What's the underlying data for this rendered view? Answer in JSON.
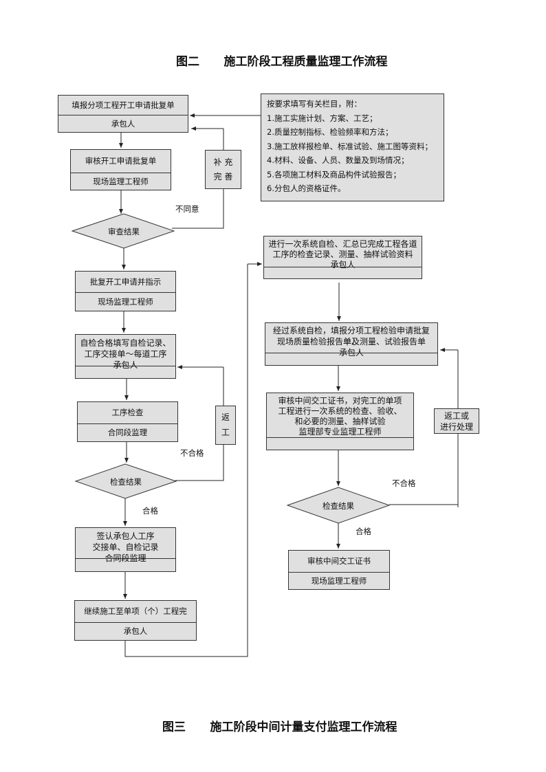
{
  "titles": {
    "fig2": "图二      施工阶段工程质量监理工作流程",
    "fig3": "图三      施工阶段中间计量支付监理工作流程"
  },
  "boxes": {
    "apply": {
      "top": "填报分项工程开工申请批复单",
      "bottom": "承包人"
    },
    "review": {
      "top": "审核开工申请批复单",
      "bottom": "现场监理工程师"
    },
    "approve": {
      "top": "批复开工申请并指示",
      "bottom": "现场监理工程师"
    },
    "selfcheck": {
      "line1": "自检合格填写自检记录、",
      "line2": "工序交接单～每道工序",
      "line3": "承包人"
    },
    "process": {
      "top": "工序检查",
      "bottom": "合同段监理"
    },
    "sign": {
      "line1": "签认承包人工序",
      "line2": "交接单、自检记录",
      "line3": "合同段监理"
    },
    "continue": {
      "top": "继续施工至单项（个）工程完",
      "bottom": "承包人"
    },
    "supplement": {
      "line1": "补 充",
      "line2": "完 善"
    },
    "rework_left": {
      "line1": "返",
      "line2": "工"
    },
    "system": {
      "line1": "进行一次系统自检、汇总已完成工程各道",
      "line2": "工序的检查记录、测量、抽样试验资料",
      "line3": "承包人"
    },
    "inspect_apply": {
      "line1": "经过系统自检，填报分项工程检验申请批复单、",
      "line2": "现场质量检验报告单及测量、试验报告单",
      "line3": "承包人"
    },
    "intermediate": {
      "line1": "审核中间交工证书，对完工的单项",
      "line2": "工程进行一次系统的检查、验收、",
      "line3": "和必要的测量、抽样试验",
      "line4": "监理部专业监理工程师"
    },
    "cert": {
      "top": "审核中间交工证书",
      "bottom": "现场监理工程师"
    },
    "rework_right": {
      "line1": "返工或",
      "line2": "进行处理"
    }
  },
  "note": {
    "lines": [
      "按要求填写有关栏目，附：",
      "1.施工实施计划、方案、工艺；",
      "2.质量控制指标、检验频率和方法；",
      "3.施工放样报检单、标准试验、施工图等资料；",
      "4.材料、设备、人员、数量及到场情况；",
      "5.各项施工材料及商品构件试验报告；",
      "6.分包人的资格证件。"
    ]
  },
  "decisions": {
    "d1": "审查结果",
    "d2": "检查结果",
    "d3": "检查结果"
  },
  "labels": {
    "disagree": "不同意",
    "fail_left": "不合格",
    "pass_left": "合格",
    "fail_right": "不合格",
    "pass_right": "合格"
  }
}
